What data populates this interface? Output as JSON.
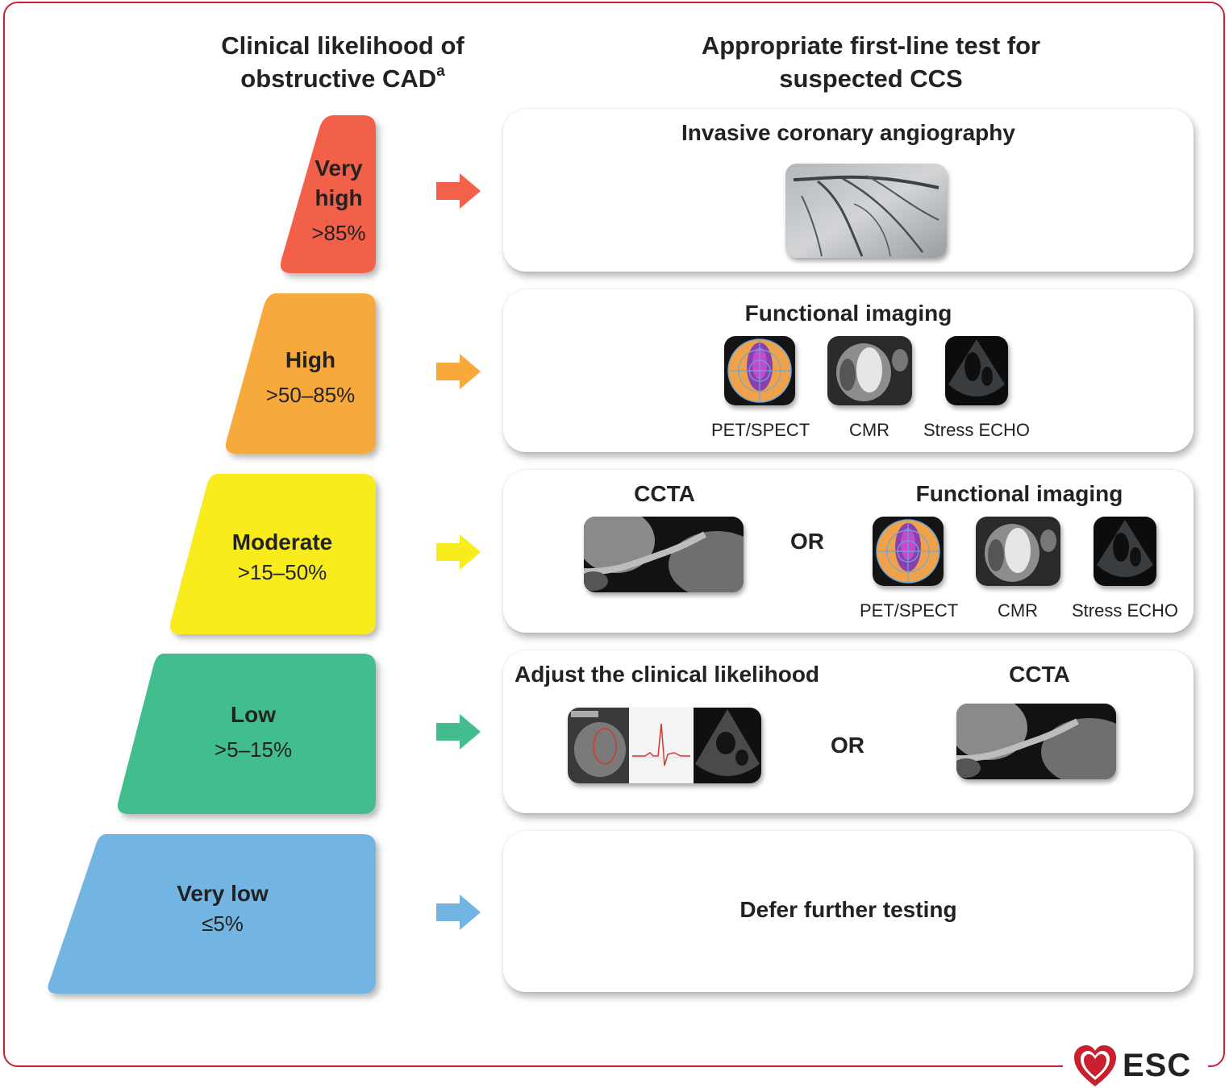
{
  "headers": {
    "left_line1": "Clinical likelihood of",
    "left_line2": "obstructive CAD",
    "left_sup": "a",
    "right_line1": "Appropriate first-line test for",
    "right_line2": "suspected CCS"
  },
  "tiers": [
    {
      "name_line1": "Very",
      "name_line2": "high",
      "pct": ">85%",
      "color": "#f26148"
    },
    {
      "name": "High",
      "pct": ">50–85%",
      "color": "#f8a93a"
    },
    {
      "name": "Moderate",
      "pct": ">15–50%",
      "color": "#f8ec1f"
    },
    {
      "name": "Low",
      "pct": ">5–15%",
      "color": "#43bd8d"
    },
    {
      "name": "Very low",
      "pct": "≤5%",
      "color": "#72b4e2"
    }
  ],
  "tests": {
    "very_high": {
      "title": "Invasive coronary angiography"
    },
    "high": {
      "title": "Functional imaging",
      "captions": [
        "PET/SPECT",
        "CMR",
        "Stress ECHO"
      ]
    },
    "moderate": {
      "left_title": "CCTA",
      "or": "OR",
      "right_title": "Functional imaging",
      "captions": [
        "PET/SPECT",
        "CMR",
        "Stress ECHO"
      ]
    },
    "low": {
      "left_title": "Adjust the clinical likelihood",
      "or": "OR",
      "right_title": "CCTA"
    },
    "very_low": {
      "title": "Defer further testing"
    }
  },
  "logo": {
    "text": "ESC",
    "color": "#c8202f"
  }
}
